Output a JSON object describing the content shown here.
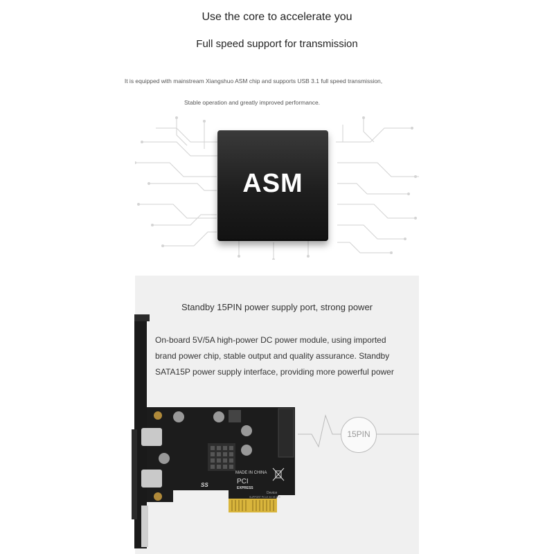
{
  "header": {
    "title": "Use the core to accelerate you",
    "subtitle": "Full speed support for transmission"
  },
  "description": {
    "line1": "It is equipped with mainstream Xiangshuo ASM chip and supports USB 3.1 full speed transmission,",
    "line2": "Stable operation and greatly improved performance."
  },
  "chip": {
    "label": "ASM"
  },
  "power_section": {
    "title": "Standby 15PIN power supply port, strong power",
    "lines": [
      "On-board 5V/5A high-power DC power module, using imported",
      "brand power chip, stable output and quality assurance. Standby",
      "SATA15P power supply interface, providing more powerful power"
    ],
    "badge": "15PIN"
  },
  "card": {
    "made_in": "MADE IN CHINA",
    "pci_logo": "PCI",
    "express": "EXPRESS",
    "device": "Device",
    "ss_logo": "SS",
    "support_text": "SUPPORT PCI-E X4 X8 X16"
  }
}
